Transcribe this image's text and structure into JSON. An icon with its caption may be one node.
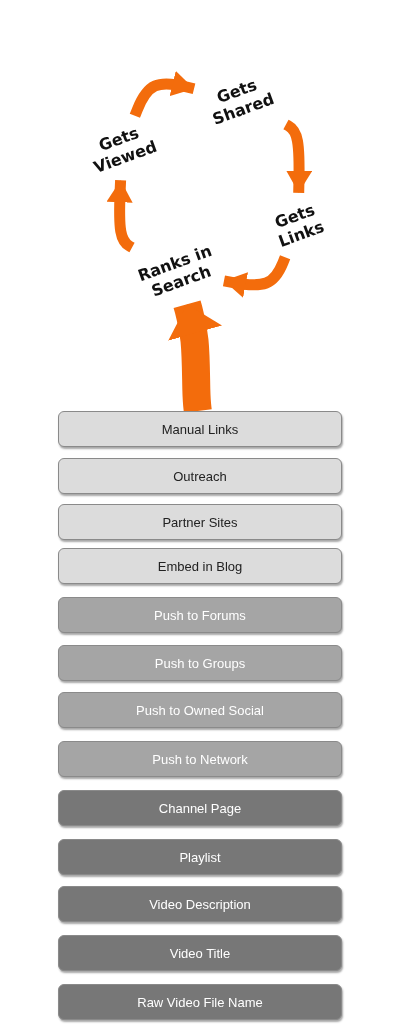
{
  "diagram": {
    "nodes": [
      {
        "text": [
          "Gets Shared"
        ]
      },
      {
        "text": [
          "Gets Viewed"
        ]
      },
      {
        "text": [
          "Gets Links"
        ]
      },
      {
        "text": [
          "Ranks in Search"
        ]
      },
      {
        "text": [
          "Manual Links"
        ]
      },
      {
        "text": [
          "Outreach"
        ]
      },
      {
        "text": [
          "Partner Sites"
        ]
      },
      {
        "text": [
          "Embed in Blog"
        ]
      },
      {
        "text": [
          "Push to Forums"
        ]
      },
      {
        "text": [
          "Push to Groups"
        ]
      },
      {
        "text": [
          "Push to Owned Social"
        ]
      },
      {
        "text": [
          "Push to Network"
        ]
      },
      {
        "text": [
          "Channel Page"
        ]
      },
      {
        "text": [
          "Playlist"
        ]
      },
      {
        "text": [
          "Video Description"
        ]
      },
      {
        "text": [
          "Video Title"
        ]
      },
      {
        "text": [
          "Raw Video File Name"
        ]
      }
    ],
    "edges": [
      {
        "from": 1,
        "to": 0,
        "arrow": "to"
      },
      {
        "from": 0,
        "to": 2,
        "arrow": "to"
      },
      {
        "from": 2,
        "to": 3,
        "arrow": "to"
      },
      {
        "from": 3,
        "to": 1,
        "arrow": "to"
      },
      {
        "from": 4,
        "to": 3,
        "arrow": "to",
        "style": "thick"
      }
    ]
  }
}
